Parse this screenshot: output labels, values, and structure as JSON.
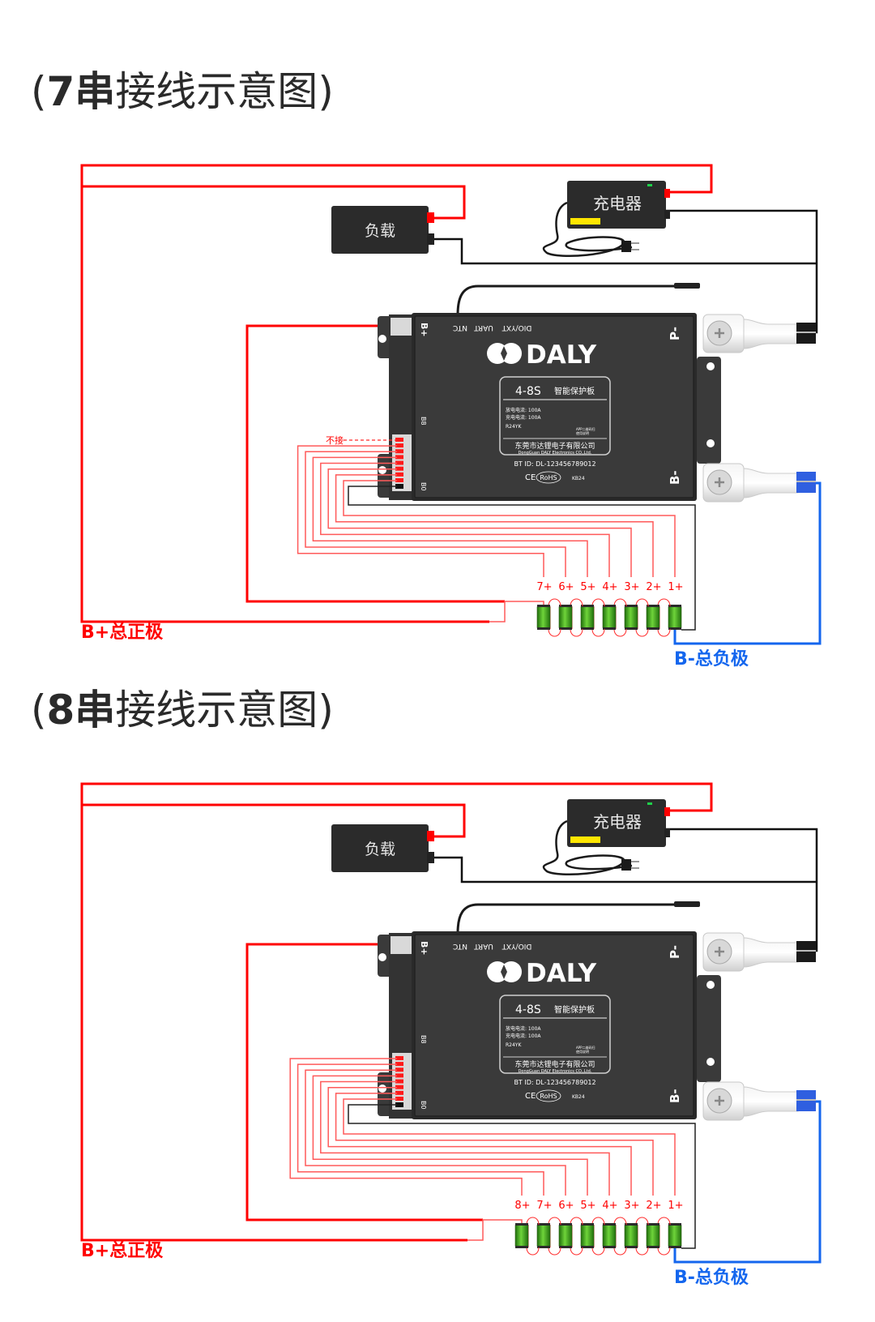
{
  "colors": {
    "positive_wire": "#ff0000",
    "balance_wire": "#ff5a5a",
    "negative_wire": "#1466ee",
    "black_wire": "#111111",
    "bms_body": "#3a3a3a",
    "cell_green": "#3aa01e"
  },
  "load": {
    "label": "负载"
  },
  "charger": {
    "label": "充电器"
  },
  "bms": {
    "ports": [
      "NTC",
      "UART",
      "DIO/YXT"
    ],
    "b_plus": "B+",
    "b8": "B8",
    "b0": "B0",
    "p_minus": "P-",
    "b_minus": "B-",
    "brand": "DALY",
    "model": "4-8S",
    "product": "智能保护板",
    "spec_discharge": "放电电流: 100A",
    "spec_charge": "充电电流: 100A",
    "code": "R24YK",
    "app_line1": "APP二维码扫",
    "app_line2": "使用说明",
    "company_cn": "东莞市达锂电子有限公司",
    "company_en": "DongGuan DALY Electronics CO.,Ltd.",
    "bt_id": "BT ID: DL-123456789012",
    "ce": "CE",
    "rohs": "RoHS",
    "kb": "KB24"
  },
  "sections": [
    {
      "title_open": "(",
      "title_bold": "7串",
      "title_main": "接线示意图",
      "title_close": ")",
      "not_connected": "不接",
      "cells": [
        "1+",
        "2+",
        "3+",
        "4+",
        "5+",
        "6+",
        "7+"
      ],
      "b_plus_label": "B+总正极",
      "b_minus_label": "B-总负极"
    },
    {
      "title_open": "(",
      "title_bold": "8串",
      "title_main": "接线示意图",
      "title_close": ")",
      "not_connected": "",
      "cells": [
        "1+",
        "2+",
        "3+",
        "4+",
        "5+",
        "6+",
        "7+",
        "8+"
      ],
      "b_plus_label": "B+总正极",
      "b_minus_label": "B-总负极"
    }
  ]
}
